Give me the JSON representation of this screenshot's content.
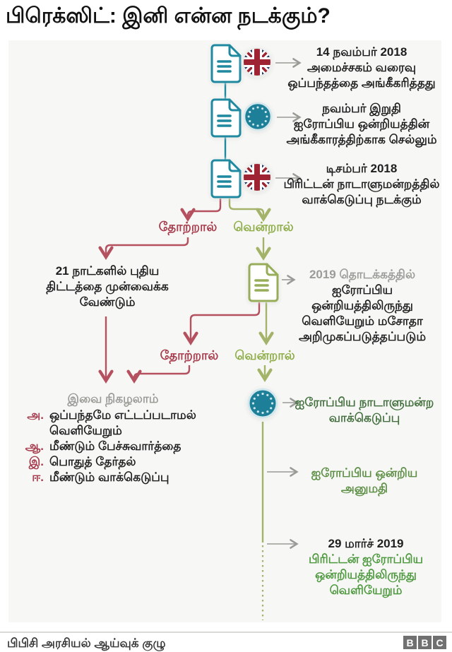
{
  "title": "பிரெக்ஸிட்: இனி என்ன நடக்கும்?",
  "colors": {
    "teal": "#1f89a0",
    "fail_red": "#a63c4d",
    "win_green": "#8fae4a",
    "dark_green": "#44713f",
    "bright_green": "#4f9a40",
    "muted_gray": "#9b9b97",
    "uk_flag_red": "#9e2433",
    "uk_flag_blue": "#20356b",
    "eu_circle": "#1d7f98"
  },
  "flow": {
    "steps": [
      {
        "icons": [
          "document-icon",
          "uk-flag-icon"
        ],
        "lines": [
          "14 நவம்பர் 2018",
          "அமைச்சகம் வரைவு",
          "ஒப்பந்தத்தை அங்கீகரித்தது"
        ]
      },
      {
        "icons": [
          "document-icon",
          "eu-flag-icon"
        ],
        "lines": [
          "நவம்பர் இறுதி",
          "ஐரோப்பிய ஒன்றியத்தின்",
          "அங்கீகாரத்திற்காக செல்லும்"
        ]
      },
      {
        "icons": [
          "document-icon",
          "uk-flag-icon"
        ],
        "lines": [
          "டிசம்பர் 2018",
          "பிரிட்டன் நாடாளுமன்றத்தில்",
          "வாக்கெடுப்பு நடக்கும்"
        ]
      }
    ],
    "branch1": {
      "fail_label": "தோற்றால்",
      "win_label": "வென்றால்"
    },
    "fail1": {
      "lines": [
        "21 நாட்களில் புதிய",
        "திட்டத்தை முன்வைக்க",
        "வேண்டும்"
      ]
    },
    "win1": {
      "muted_line": "2019 தொடக்கத்தில்",
      "lines": [
        "ஐரோப்பிய",
        "ஒன்றியத்திலிருந்து",
        "வெளியேறும் மசோதா",
        "அறிமுகப்படுத்தப்படும்"
      ]
    },
    "branch2": {
      "fail_label": "தோற்றால்",
      "win_label": "வென்றால்"
    },
    "outcomes": {
      "heading": "இவை நிகழலாம்",
      "items": [
        {
          "marker": "அ.",
          "text": "ஒப்பந்தமே எட்டப்படாமல் வெளியேறும்"
        },
        {
          "marker": "ஆ.",
          "text": "மீண்டும் பேச்சுவார்த்தை"
        },
        {
          "marker": "இ.",
          "text": "பொதுத் தேர்தல்"
        },
        {
          "marker": "ஈ.",
          "text": "மீண்டும் வாக்கெடுப்பு"
        }
      ]
    },
    "eu_vote": {
      "lines": [
        "ஐரோப்பிய நாடாளுமன்ற",
        "வாக்கெடுப்பு"
      ]
    },
    "eu_approval": {
      "lines": [
        "ஐரோப்பிய ஒன்றிய",
        "அனுமதி"
      ]
    },
    "exit": {
      "date": "29 மார்ச் 2019",
      "lines": [
        "பிரிட்டன் ஐரோப்பிய",
        "ஒன்றியத்திலிருந்து",
        "வெளியேறும்"
      ]
    }
  },
  "footer": {
    "credit": "பிபிசி அரசியல் ஆய்வுக் குழு",
    "logo_letters": [
      "B",
      "B",
      "C"
    ]
  }
}
